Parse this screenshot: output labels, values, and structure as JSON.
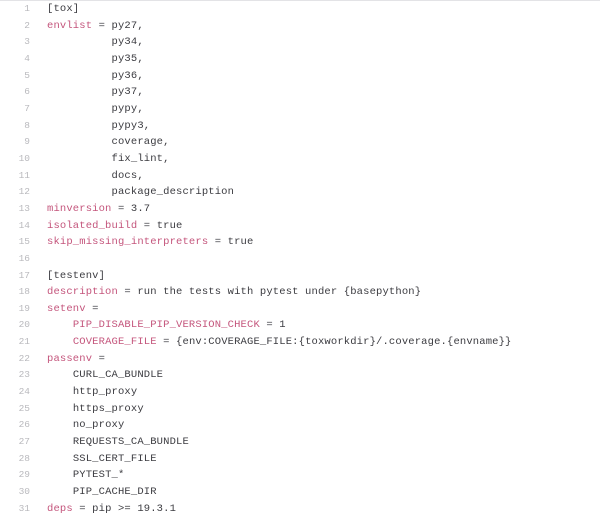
{
  "viewer": {
    "name": "code-file-viewer",
    "language": "ini",
    "colors": {
      "background": "#ffffff",
      "line_number": "#b9b9bd",
      "key": "#c4557c",
      "value": "#3b3b40",
      "operator": "#4a4a4f",
      "top_border": "#e3e3e6"
    }
  },
  "lines": [
    {
      "num": "1",
      "indent": 0,
      "key": "",
      "op": "",
      "value": "[tox]",
      "kind": "section"
    },
    {
      "num": "2",
      "indent": 0,
      "key": "envlist",
      "op": "=",
      "value": "py27,",
      "kind": "kv"
    },
    {
      "num": "3",
      "indent": 0,
      "key": "",
      "op": "",
      "value": "          py34,",
      "kind": "cont"
    },
    {
      "num": "4",
      "indent": 0,
      "key": "",
      "op": "",
      "value": "          py35,",
      "kind": "cont"
    },
    {
      "num": "5",
      "indent": 0,
      "key": "",
      "op": "",
      "value": "          py36,",
      "kind": "cont"
    },
    {
      "num": "6",
      "indent": 0,
      "key": "",
      "op": "",
      "value": "          py37,",
      "kind": "cont"
    },
    {
      "num": "7",
      "indent": 0,
      "key": "",
      "op": "",
      "value": "          pypy,",
      "kind": "cont"
    },
    {
      "num": "8",
      "indent": 0,
      "key": "",
      "op": "",
      "value": "          pypy3,",
      "kind": "cont"
    },
    {
      "num": "9",
      "indent": 0,
      "key": "",
      "op": "",
      "value": "          coverage,",
      "kind": "cont"
    },
    {
      "num": "10",
      "indent": 0,
      "key": "",
      "op": "",
      "value": "          fix_lint,",
      "kind": "cont"
    },
    {
      "num": "11",
      "indent": 0,
      "key": "",
      "op": "",
      "value": "          docs,",
      "kind": "cont"
    },
    {
      "num": "12",
      "indent": 0,
      "key": "",
      "op": "",
      "value": "          package_description",
      "kind": "cont"
    },
    {
      "num": "13",
      "indent": 0,
      "key": "minversion",
      "op": "=",
      "value": "3.7",
      "kind": "kv"
    },
    {
      "num": "14",
      "indent": 0,
      "key": "isolated_build",
      "op": "=",
      "value": "true",
      "kind": "kv"
    },
    {
      "num": "15",
      "indent": 0,
      "key": "skip_missing_interpreters",
      "op": "=",
      "value": "true",
      "kind": "kv"
    },
    {
      "num": "16",
      "indent": 0,
      "key": "",
      "op": "",
      "value": "",
      "kind": "blank"
    },
    {
      "num": "17",
      "indent": 0,
      "key": "",
      "op": "",
      "value": "[testenv]",
      "kind": "section"
    },
    {
      "num": "18",
      "indent": 0,
      "key": "description",
      "op": "=",
      "value": "run the tests with pytest under {basepython}",
      "kind": "kv"
    },
    {
      "num": "19",
      "indent": 0,
      "key": "setenv",
      "op": "=",
      "value": "",
      "kind": "kv"
    },
    {
      "num": "20",
      "indent": 1,
      "key": "PIP_DISABLE_PIP_VERSION_CHECK",
      "op": "=",
      "value": "1",
      "kind": "kv"
    },
    {
      "num": "21",
      "indent": 1,
      "key": "COVERAGE_FILE",
      "op": "=",
      "value": "{env:COVERAGE_FILE:{toxworkdir}/.coverage.{envname}}",
      "kind": "kv"
    },
    {
      "num": "22",
      "indent": 0,
      "key": "passenv",
      "op": "=",
      "value": "",
      "kind": "kv"
    },
    {
      "num": "23",
      "indent": 1,
      "key": "",
      "op": "",
      "value": "CURL_CA_BUNDLE",
      "kind": "item"
    },
    {
      "num": "24",
      "indent": 1,
      "key": "",
      "op": "",
      "value": "http_proxy",
      "kind": "item"
    },
    {
      "num": "25",
      "indent": 1,
      "key": "",
      "op": "",
      "value": "https_proxy",
      "kind": "item"
    },
    {
      "num": "26",
      "indent": 1,
      "key": "",
      "op": "",
      "value": "no_proxy",
      "kind": "item"
    },
    {
      "num": "27",
      "indent": 1,
      "key": "",
      "op": "",
      "value": "REQUESTS_CA_BUNDLE",
      "kind": "item"
    },
    {
      "num": "28",
      "indent": 1,
      "key": "",
      "op": "",
      "value": "SSL_CERT_FILE",
      "kind": "item"
    },
    {
      "num": "29",
      "indent": 1,
      "key": "",
      "op": "",
      "value": "PYTEST_*",
      "kind": "item"
    },
    {
      "num": "30",
      "indent": 1,
      "key": "",
      "op": "",
      "value": "PIP_CACHE_DIR",
      "kind": "item"
    },
    {
      "num": "31",
      "indent": 0,
      "key": "deps",
      "op": "=",
      "value": "pip >= 19.3.1",
      "kind": "kv"
    }
  ]
}
